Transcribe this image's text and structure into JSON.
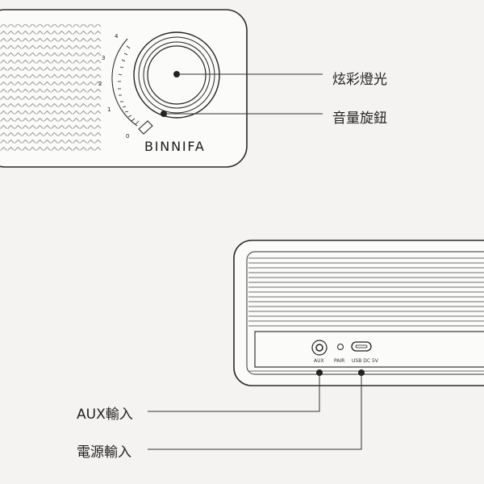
{
  "front_view": {
    "brand": "BINNIFA",
    "dial_scale": [
      "0",
      "1",
      "2",
      "3",
      "4"
    ],
    "callouts": {
      "light": "炫彩燈光",
      "volume": "音量旋鈕"
    }
  },
  "back_view": {
    "port_labels": {
      "aux": "AUX",
      "pair": "PAIR",
      "usb": "USB DC 5V"
    },
    "callouts": {
      "aux_input": "AUX輸入",
      "power_input": "電源輸入"
    }
  }
}
